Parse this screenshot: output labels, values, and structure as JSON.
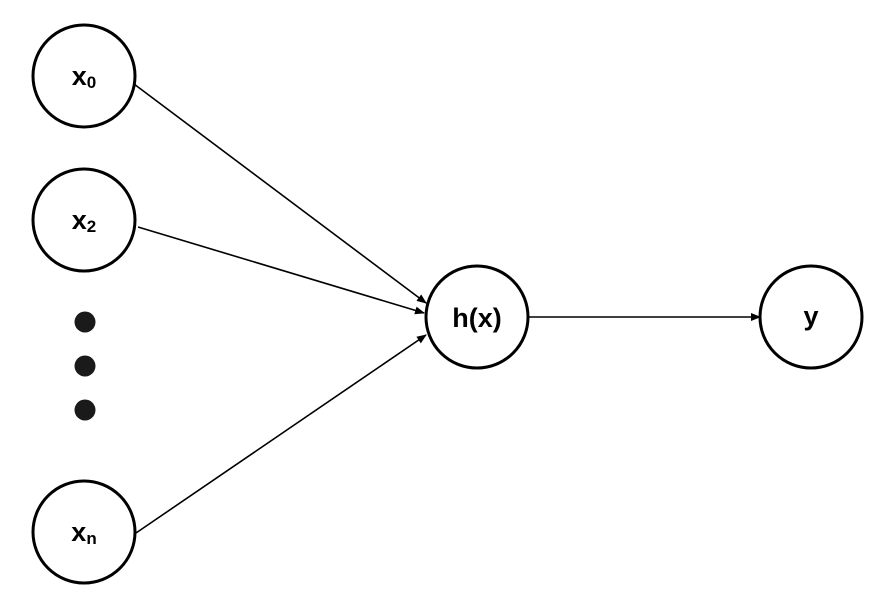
{
  "diagram": {
    "nodes": {
      "x0": {
        "main": "x",
        "sub": "0"
      },
      "x2": {
        "main": "x",
        "sub": "2"
      },
      "xn": {
        "main": "x",
        "sub": "n"
      },
      "h": {
        "label": "h(x)"
      },
      "y": {
        "label": "y"
      }
    },
    "edges": [
      {
        "from": "x0",
        "to": "h"
      },
      {
        "from": "x2",
        "to": "h"
      },
      {
        "from": "xn",
        "to": "h"
      },
      {
        "from": "h",
        "to": "y"
      }
    ],
    "colors": {
      "stroke": "#000000",
      "fill": "#ffffff",
      "dots": "#1a1a1a"
    }
  }
}
